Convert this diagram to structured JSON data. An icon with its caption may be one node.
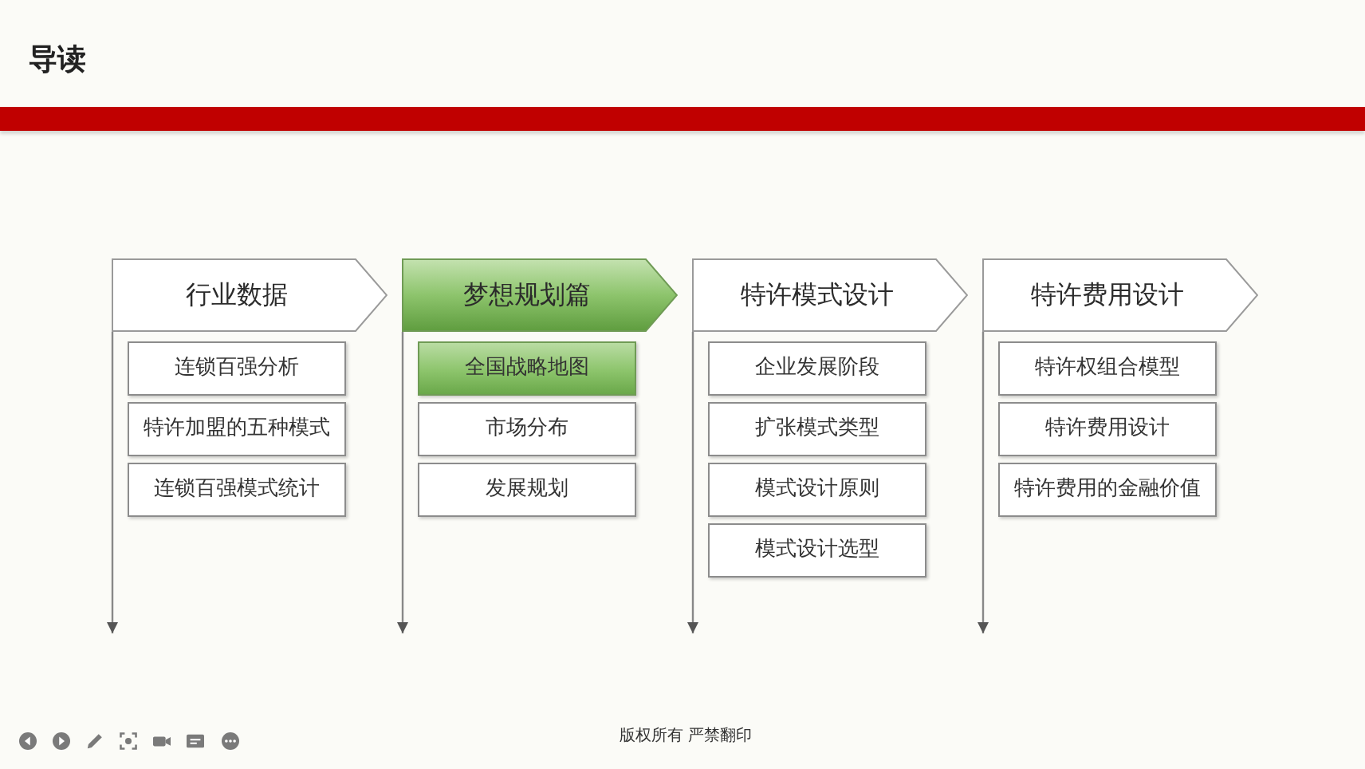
{
  "diagram": {
    "title": "导读",
    "nodes": [
      {
        "text": [
          "行业数据"
        ]
      },
      {
        "text": [
          "连锁百强分析"
        ]
      },
      {
        "text": [
          "特许加盟的五种模式"
        ]
      },
      {
        "text": [
          "连锁百强模式统计"
        ]
      },
      {
        "text": [
          "梦想规划篇"
        ]
      },
      {
        "text": [
          "全国战略地图"
        ]
      },
      {
        "text": [
          "市场分布"
        ]
      },
      {
        "text": [
          "发展规划"
        ]
      },
      {
        "text": [
          "特许模式设计"
        ]
      },
      {
        "text": [
          "企业发展阶段"
        ]
      },
      {
        "text": [
          "扩张模式类型"
        ]
      },
      {
        "text": [
          "模式设计原则"
        ]
      },
      {
        "text": [
          "模式设计选型"
        ]
      },
      {
        "text": [
          "特许费用设计"
        ]
      },
      {
        "text": [
          "特许权组合模型"
        ]
      },
      {
        "text": [
          "特许费用设计"
        ]
      },
      {
        "text": [
          "特许费用的金融价值"
        ]
      }
    ],
    "edges": [
      {
        "from": 0,
        "to": null,
        "arrow": "to"
      },
      {
        "from": 4,
        "to": null,
        "arrow": "to"
      },
      {
        "from": 8,
        "to": null,
        "arrow": "to"
      },
      {
        "from": 13,
        "to": null,
        "arrow": "to"
      }
    ],
    "labels": [
      "版权所有 严禁翻印"
    ]
  }
}
